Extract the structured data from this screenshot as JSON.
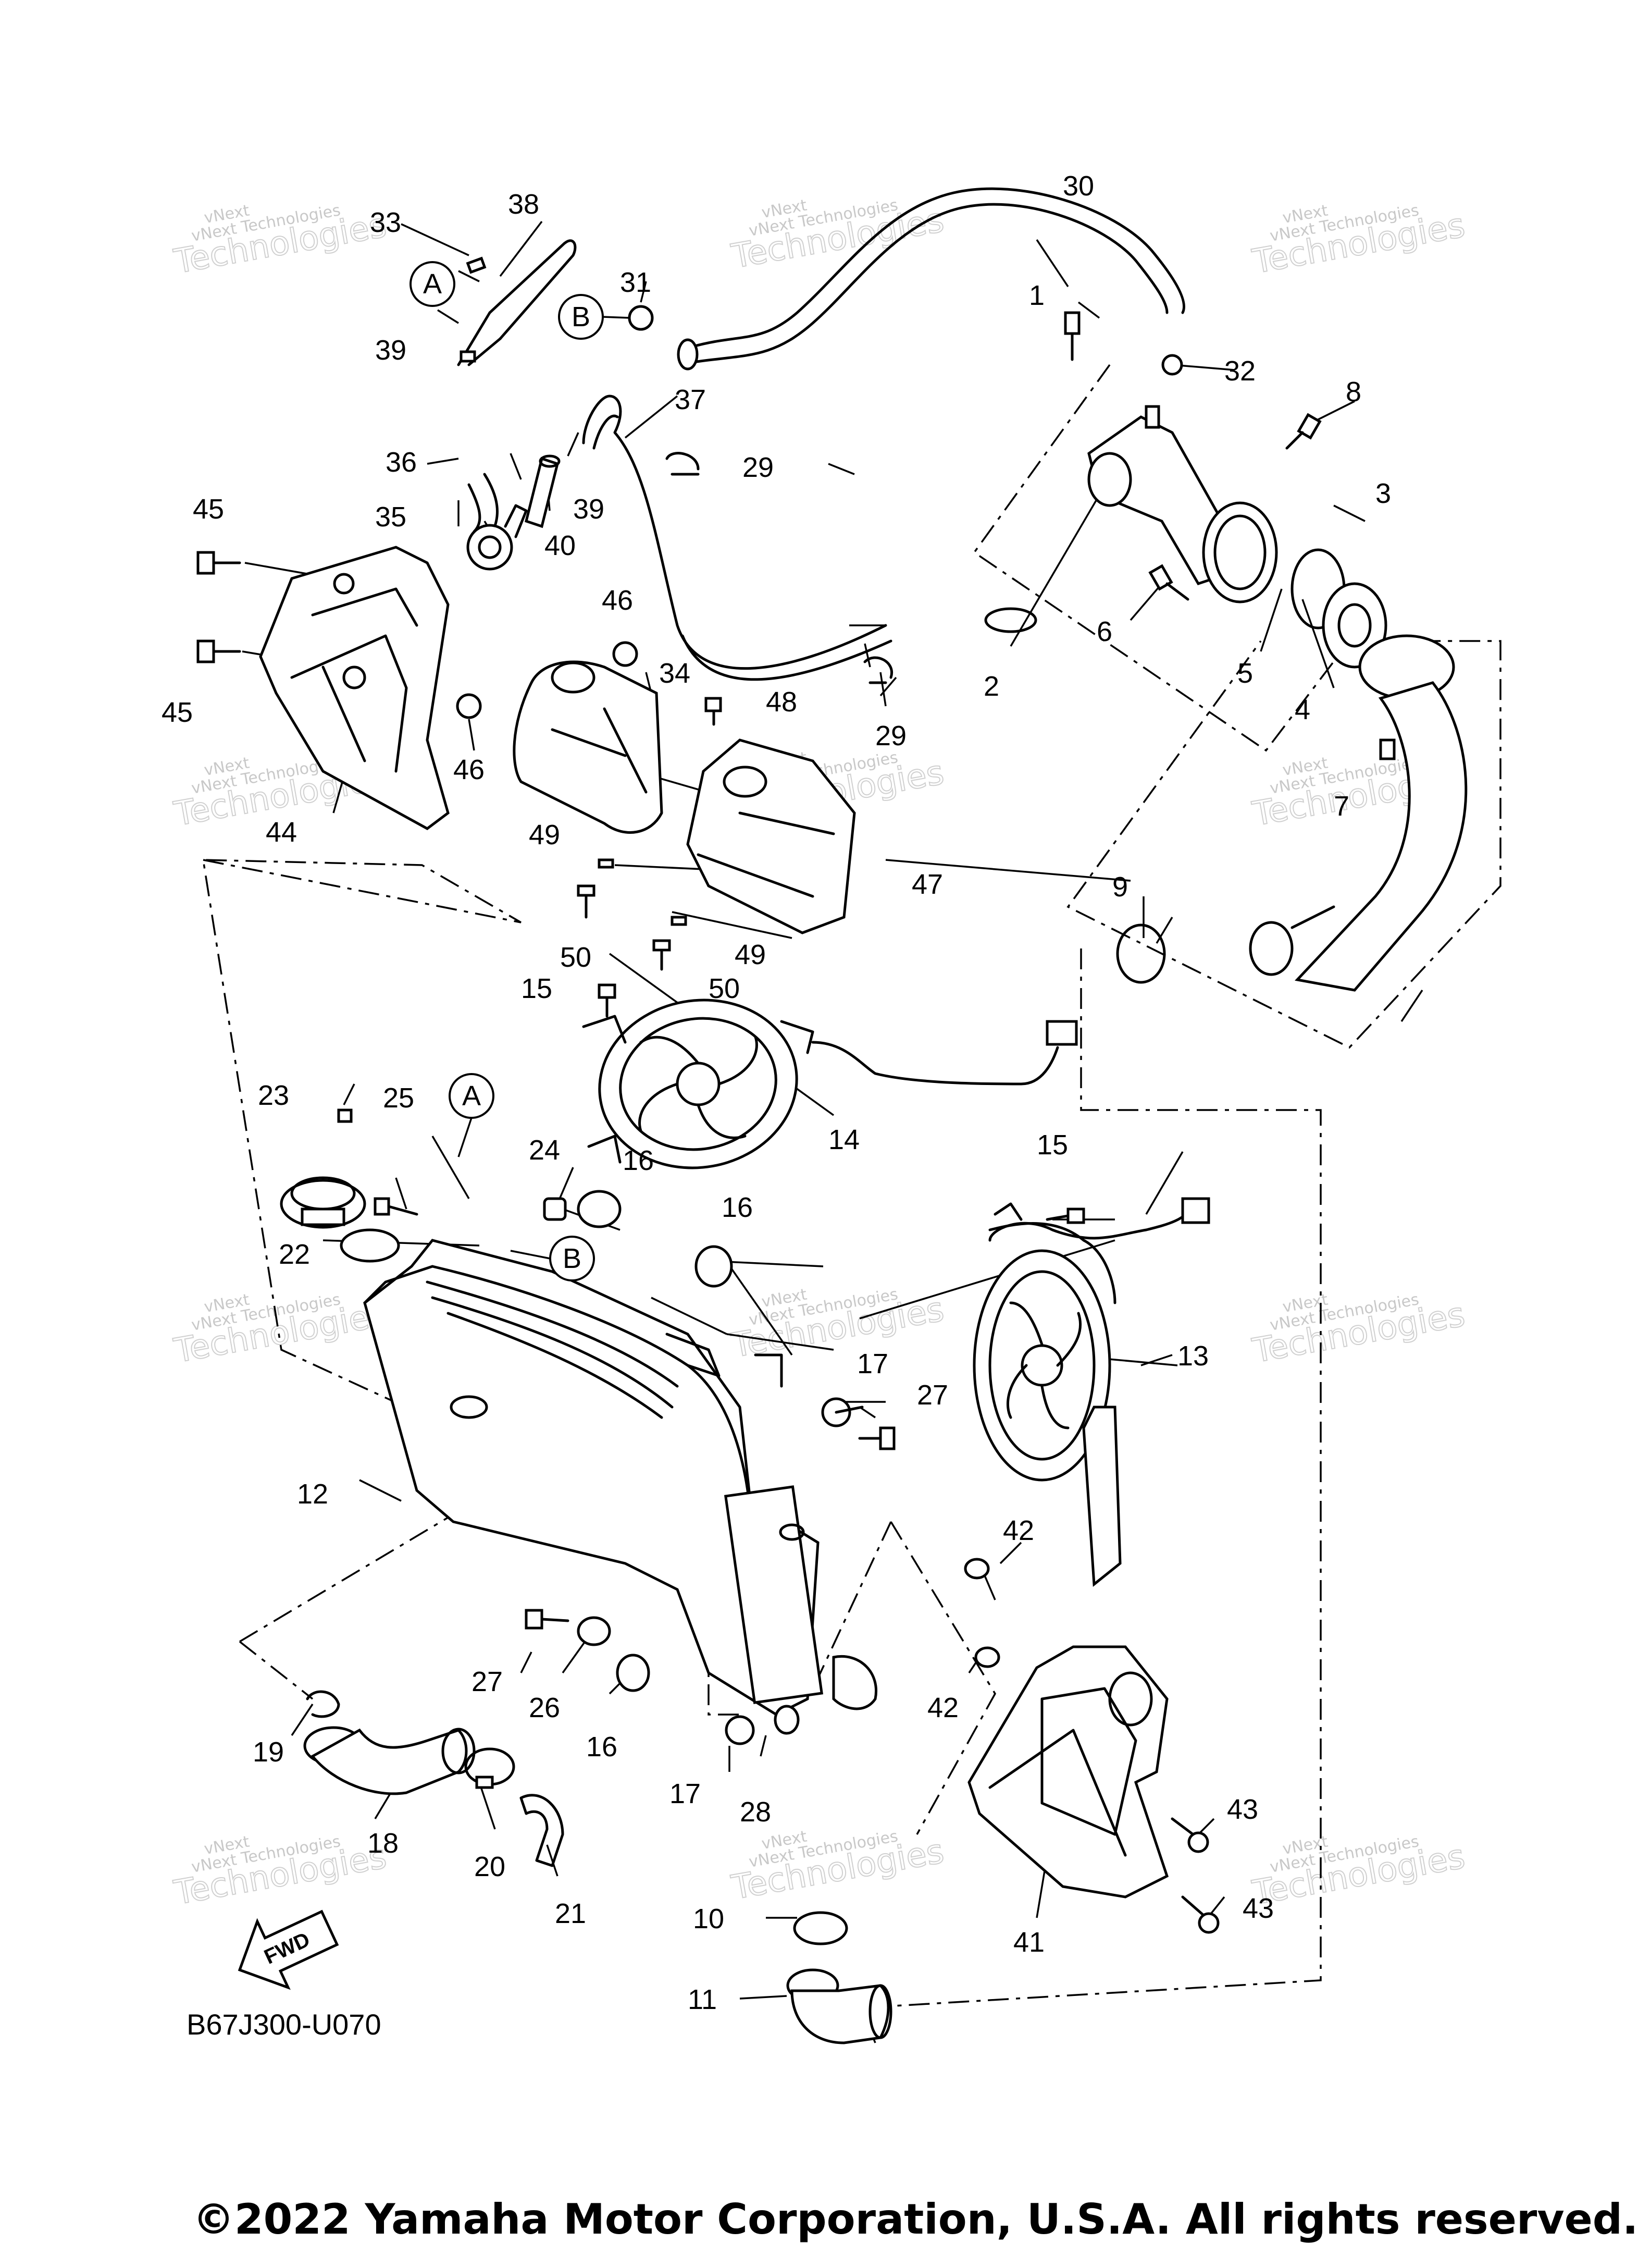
{
  "diagram": {
    "code": "B67J300-U070",
    "copyright": "©2022 Yamaha Motor Corporation, U.S.A. All rights reserved.",
    "watermark_small": "vNext Technologies",
    "watermark_large": "Technologies",
    "watermark_top": "vNext",
    "fwd_label": "FWD",
    "markers": {
      "a": "A",
      "b": "B"
    },
    "callouts": {
      "n1": "1",
      "n2": "2",
      "n3": "3",
      "n4": "4",
      "n5": "5",
      "n6": "6",
      "n7": "7",
      "n8": "8",
      "n9": "9",
      "n10": "10",
      "n11": "11",
      "n12": "12",
      "n13": "13",
      "n14": "14",
      "n15": "15",
      "n16": "16",
      "n17": "17",
      "n18": "18",
      "n19": "19",
      "n20": "20",
      "n21": "21",
      "n22": "22",
      "n23": "23",
      "n24": "24",
      "n25": "25",
      "n26": "26",
      "n27": "27",
      "n28": "28",
      "n29": "29",
      "n30": "30",
      "n31": "31",
      "n32": "32",
      "n33": "33",
      "n34": "34",
      "n35": "35",
      "n36": "36",
      "n37": "37",
      "n38": "38",
      "n39": "39",
      "n40": "40",
      "n41": "41",
      "n42": "42",
      "n43": "43",
      "n44": "44",
      "n45": "45",
      "n46": "46",
      "n47": "47",
      "n48": "48",
      "n49": "49",
      "n50": "50"
    }
  }
}
